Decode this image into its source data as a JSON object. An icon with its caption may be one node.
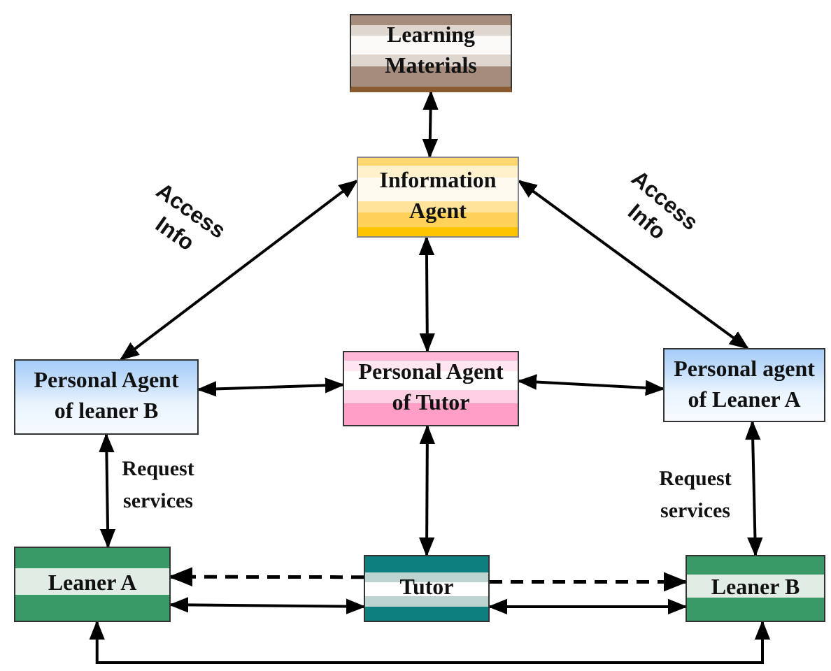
{
  "diagram": {
    "nodes": [
      {
        "text": [
          "Learning Materials"
        ]
      },
      {
        "text": [
          "Information Agent"
        ]
      },
      {
        "text": [
          "Personal Agent of leaner B"
        ]
      },
      {
        "text": [
          "Personal Agent of Tutor"
        ]
      },
      {
        "text": [
          "Personal agent of Leaner A"
        ]
      },
      {
        "text": [
          "Leaner A"
        ]
      },
      {
        "text": [
          "Tutor"
        ]
      },
      {
        "text": [
          "Leaner B"
        ]
      }
    ],
    "edges": [
      {
        "from": 0,
        "to": 1,
        "arrow": "both"
      },
      {
        "from": 1,
        "to": 2,
        "arrow": "both",
        "label": "Access Info"
      },
      {
        "from": 1,
        "to": 4,
        "arrow": "both",
        "label": "Access Info"
      },
      {
        "from": 1,
        "to": 3,
        "arrow": "both"
      },
      {
        "from": 2,
        "to": 3,
        "arrow": "both"
      },
      {
        "from": 3,
        "to": 4,
        "arrow": "both"
      },
      {
        "from": 2,
        "to": 5,
        "arrow": "both",
        "label": "Request services"
      },
      {
        "from": 4,
        "to": 7,
        "arrow": "both",
        "label": "Request services"
      },
      {
        "from": 3,
        "to": 6,
        "arrow": "both"
      },
      {
        "from": 6,
        "to": 5,
        "arrow": "to",
        "style": "dashed"
      },
      {
        "from": 6,
        "to": 7,
        "arrow": "to",
        "style": "dashed"
      },
      {
        "from": 5,
        "to": 6,
        "arrow": "both"
      },
      {
        "from": 6,
        "to": 7,
        "arrow": "both"
      },
      {
        "from": 5,
        "to": 7,
        "arrow": "both"
      }
    ]
  }
}
